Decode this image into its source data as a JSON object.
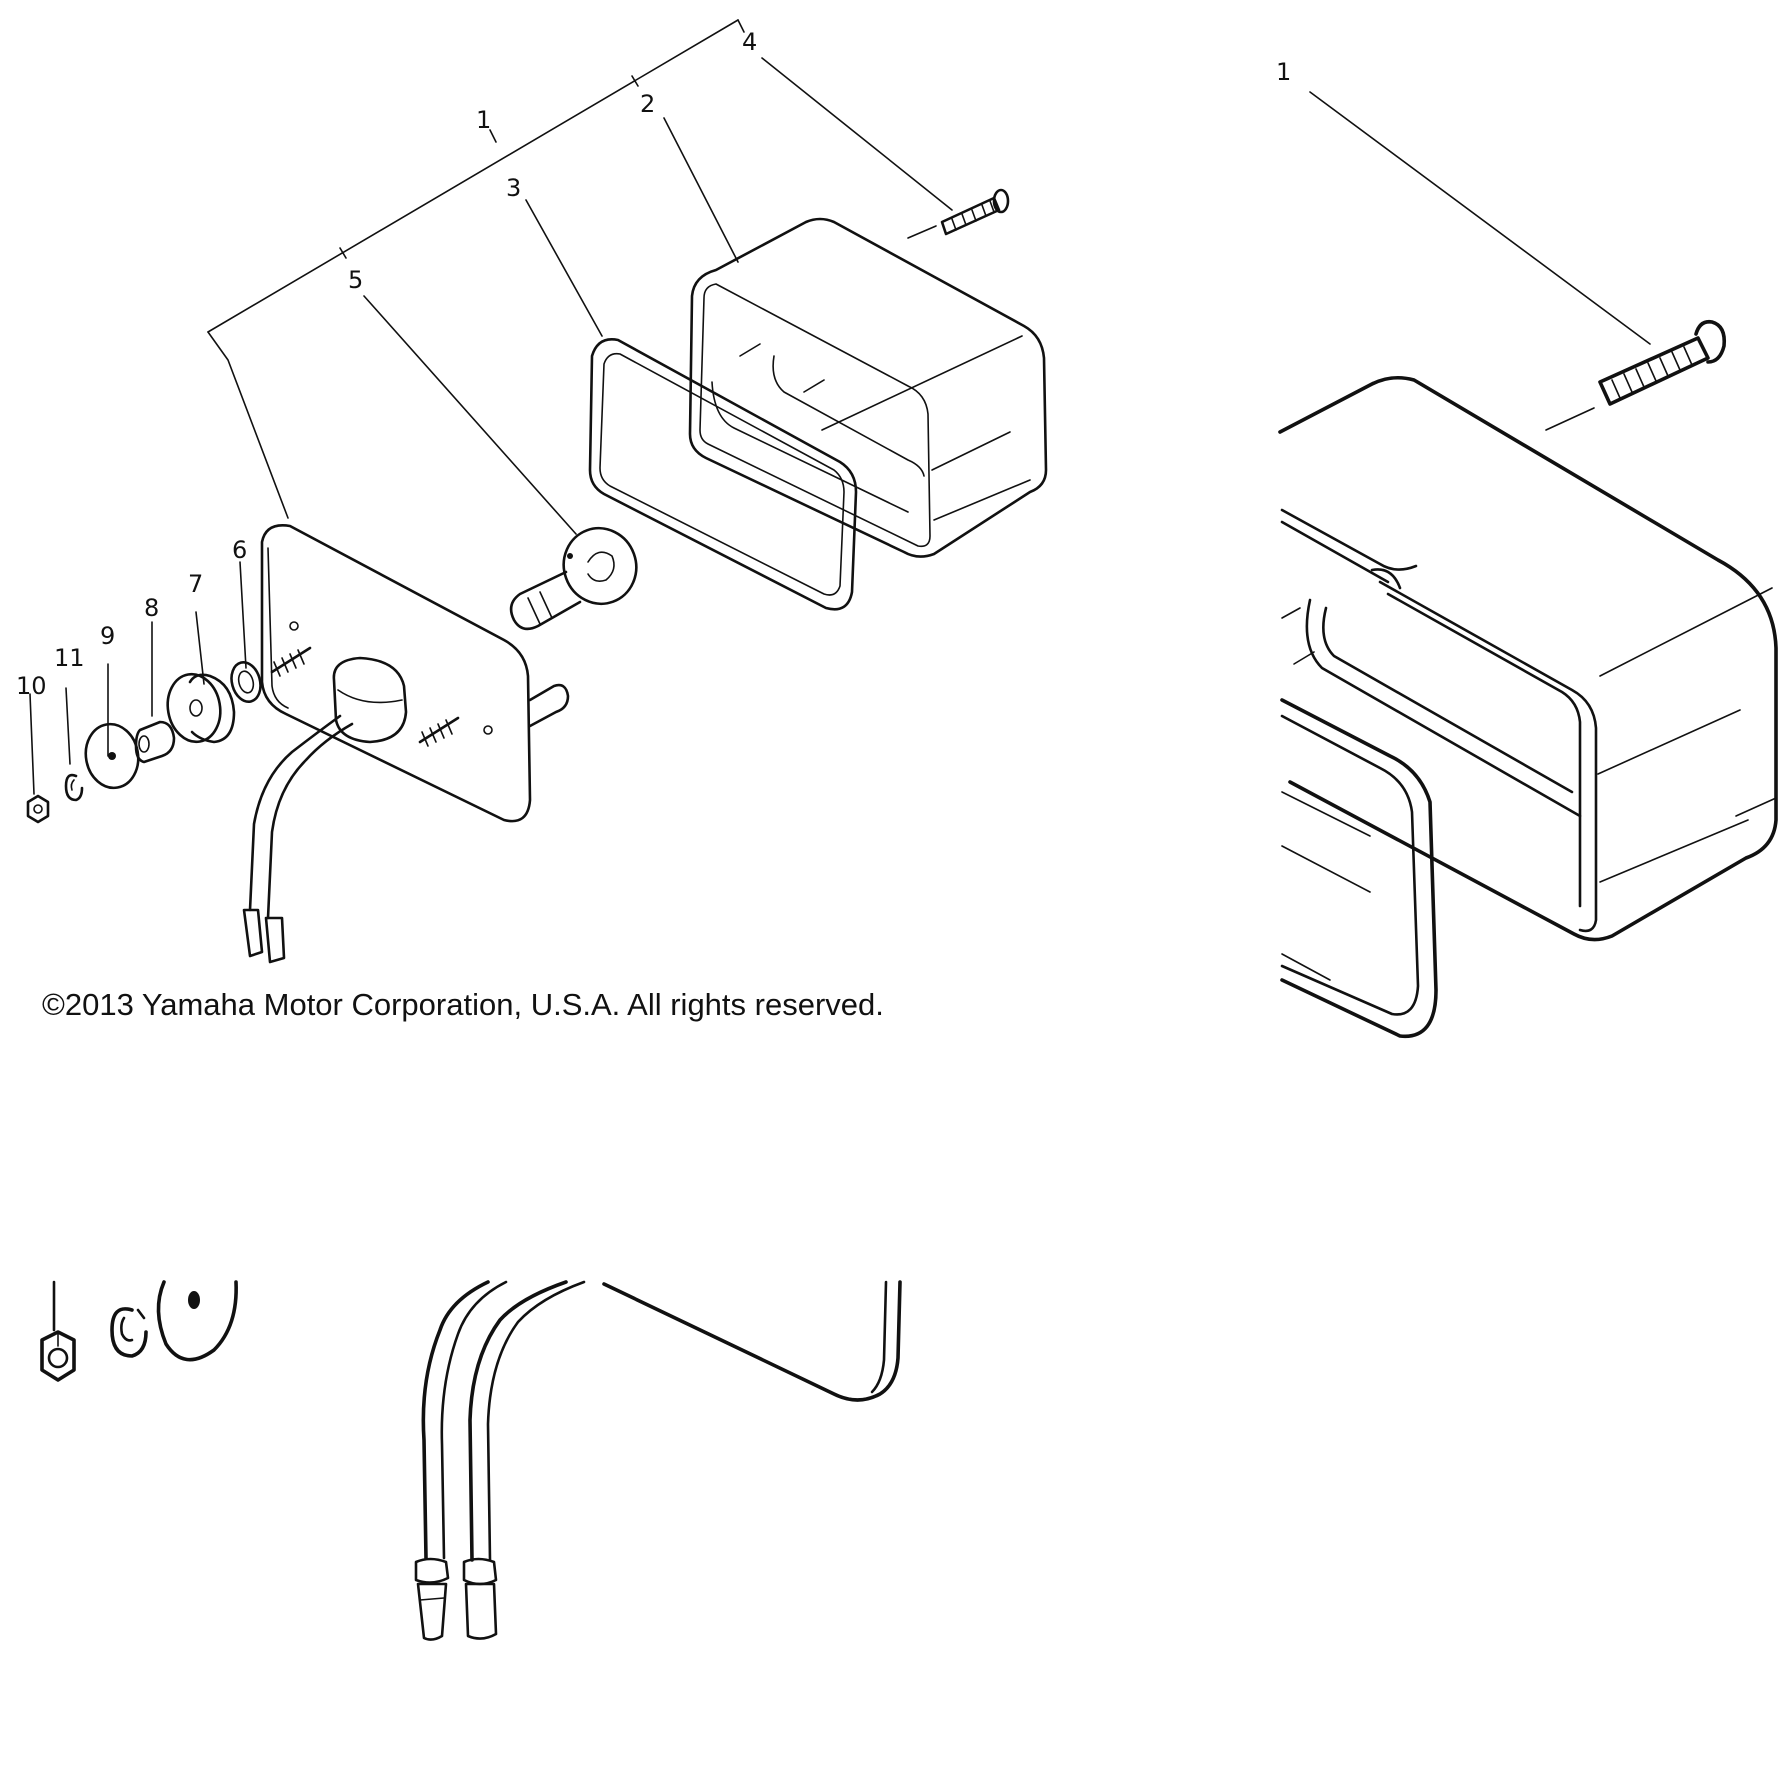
{
  "callouts": {
    "c1": "1",
    "c2": "2",
    "c3": "3",
    "c4": "4",
    "c5": "5",
    "c6": "6",
    "c7": "7",
    "c8": "8",
    "c9": "9",
    "c10": "10",
    "c11": "11",
    "zoom_c1": "1"
  },
  "copyright": "©2013 Yamaha Motor Corporation, U.S.A. All rights reserved.",
  "colors": {
    "ink": "#111111",
    "background": "#ffffff"
  }
}
